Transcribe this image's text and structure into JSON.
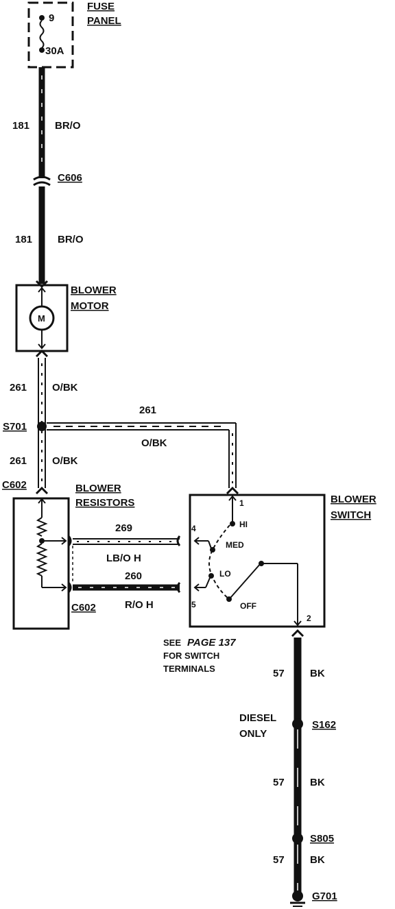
{
  "fuse_panel": {
    "title_line1": "FUSE",
    "title_line2": "PANEL",
    "fuse_number": "9",
    "fuse_rating": "30A"
  },
  "wires": {
    "w181_a": {
      "circuit": "181",
      "color": "BR/O"
    },
    "w181_b": {
      "circuit": "181",
      "color": "BR/O"
    },
    "w261_a": {
      "circuit": "261",
      "color": "O/BK"
    },
    "w261_b": {
      "circuit": "261",
      "color": "O/BK"
    },
    "w261_c": {
      "circuit": "261",
      "color": "O/BK"
    },
    "w269": {
      "circuit": "269",
      "color": "LB/O H"
    },
    "w260": {
      "circuit": "260",
      "color": "R/O H"
    },
    "w57_a": {
      "circuit": "57",
      "color": "BK"
    },
    "w57_b": {
      "circuit": "57",
      "color": "BK"
    },
    "w57_c": {
      "circuit": "57",
      "color": "BK"
    }
  },
  "connectors": {
    "c606": "C606",
    "c602_top": "C602",
    "c602_bottom": "C602"
  },
  "splices": {
    "s701": "S701",
    "s162": "S162",
    "s805": "S805"
  },
  "ground": "G701",
  "blower_motor": {
    "line1": "BLOWER",
    "line2": "MOTOR",
    "symbol": "M"
  },
  "blower_resistors": {
    "line1": "BLOWER",
    "line2": "RESISTORS"
  },
  "blower_switch": {
    "line1": "BLOWER",
    "line2": "SWITCH",
    "positions": {
      "hi": "HI",
      "med": "MED",
      "lo": "LO",
      "off": "OFF"
    },
    "terminals": {
      "t1": "1",
      "t2": "2",
      "t4": "4",
      "t5": "5"
    }
  },
  "note": {
    "see": "SEE",
    "page": "PAGE 137",
    "line2": "FOR SWITCH",
    "line3": "TERMINALS"
  },
  "diesel_note": {
    "line1": "DIESEL",
    "line2": "ONLY"
  }
}
